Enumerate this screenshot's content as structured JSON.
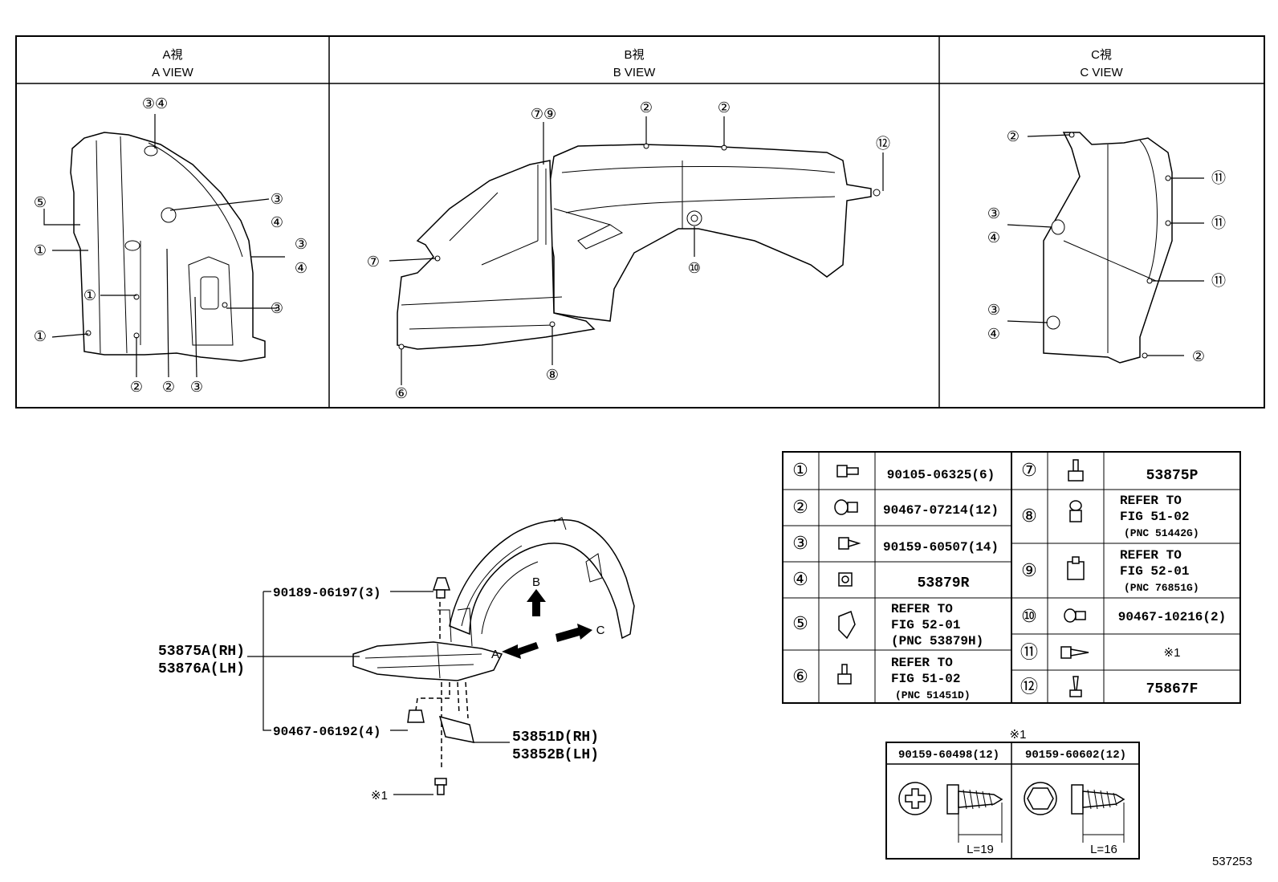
{
  "views": {
    "a": {
      "title_jp": "A視",
      "title_en": "A VIEW"
    },
    "b": {
      "title_jp": "B視",
      "title_en": "B VIEW"
    },
    "c": {
      "title_jp": "C視",
      "title_en": "C VIEW"
    }
  },
  "callouts": {
    "a": [
      "③④",
      "⑤",
      "③",
      "④",
      "①",
      "③",
      "④",
      "①",
      "③",
      "①",
      "②",
      "②",
      "③"
    ],
    "b": [
      "⑦⑨",
      "②",
      "②",
      "⑫",
      "⑦",
      "⑩",
      "⑥",
      "⑧"
    ],
    "c": [
      "②",
      "⑪",
      "③",
      "④",
      "⑪",
      "⑪",
      "③",
      "④",
      "②"
    ]
  },
  "main": {
    "p1": "90189-06197(3)",
    "p2a": "53875A(RH)",
    "p2b": "53876A(LH)",
    "p3": "90467-06192(4)",
    "p4a": "53851D(RH)",
    "p4b": "53852B(LH)",
    "p5": "※1",
    "arrow_a": "A",
    "arrow_b": "B",
    "arrow_c": "C"
  },
  "parts_table": {
    "left": [
      {
        "num": "①",
        "icon": "bolt-icon",
        "text": [
          "90105-06325(6)"
        ]
      },
      {
        "num": "②",
        "icon": "clip-icon",
        "text": [
          "90467-07214(12)"
        ]
      },
      {
        "num": "③",
        "icon": "screw-icon",
        "text": [
          "90159-60507(14)"
        ]
      },
      {
        "num": "④",
        "icon": "nut-icon",
        "text": [
          "53879R"
        ]
      },
      {
        "num": "⑤",
        "icon": "speed-nut-icon",
        "text": [
          "REFER TO",
          "FIG 52-01",
          "(PNC 53879H)"
        ]
      },
      {
        "num": "⑥",
        "icon": "bolt-vertical-icon",
        "text": [
          "REFER TO",
          "FIG 51-02",
          "(PNC 51451D)"
        ]
      }
    ],
    "right": [
      {
        "num": "⑦",
        "icon": "bolt-vertical-icon",
        "text": [
          "53875P"
        ]
      },
      {
        "num": "⑧",
        "icon": "clip-vertical-icon",
        "text": [
          "REFER TO",
          "FIG 51-02",
          "(PNC 51442G)"
        ]
      },
      {
        "num": "⑨",
        "icon": "clip-u-icon",
        "text": [
          "REFER TO",
          "FIG 52-01",
          "(PNC 76851G)"
        ]
      },
      {
        "num": "⑩",
        "icon": "clip-icon",
        "text": [
          "90467-10216(2)"
        ]
      },
      {
        "num": "⑪",
        "icon": "tapping-screw-icon",
        "text": [
          "※1"
        ]
      },
      {
        "num": "⑫",
        "icon": "screw-vertical-icon",
        "text": [
          "75867F"
        ]
      }
    ]
  },
  "note_table": {
    "title": "※1",
    "col1": {
      "part": "90159-60498(12)",
      "length": "L=19"
    },
    "col2": {
      "part": "90159-60602(12)",
      "length": "L=16"
    }
  },
  "figure_id": "537253"
}
